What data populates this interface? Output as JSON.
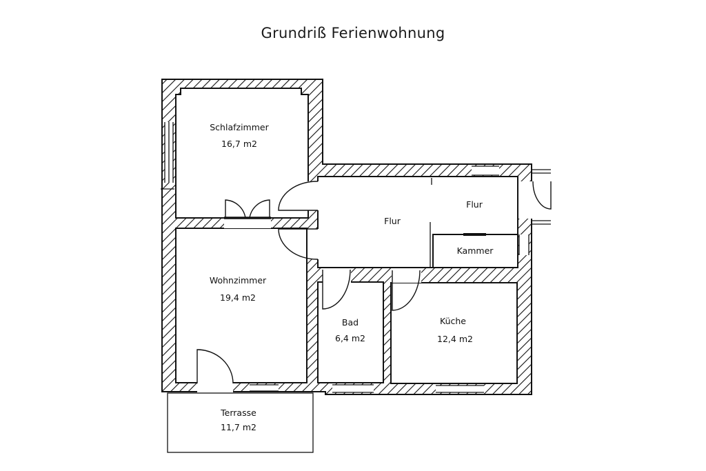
{
  "title": "Grundriß Ferienwohnung",
  "rooms": {
    "schlafzimmer": {
      "name": "Schlafzimmer",
      "area": "16,7 m2"
    },
    "wohnzimmer": {
      "name": "Wohnzimmer",
      "area": "19,4 m2"
    },
    "flur_main": {
      "name": "Flur"
    },
    "flur_small": {
      "name": "Flur"
    },
    "kammer": {
      "name": "Kammer"
    },
    "bad": {
      "name": "Bad",
      "area": "6,4 m2"
    },
    "kueche": {
      "name": "Küche",
      "area": "12,4 m2"
    },
    "terrasse": {
      "name": "Terrasse",
      "area": "11,7 m2"
    }
  }
}
